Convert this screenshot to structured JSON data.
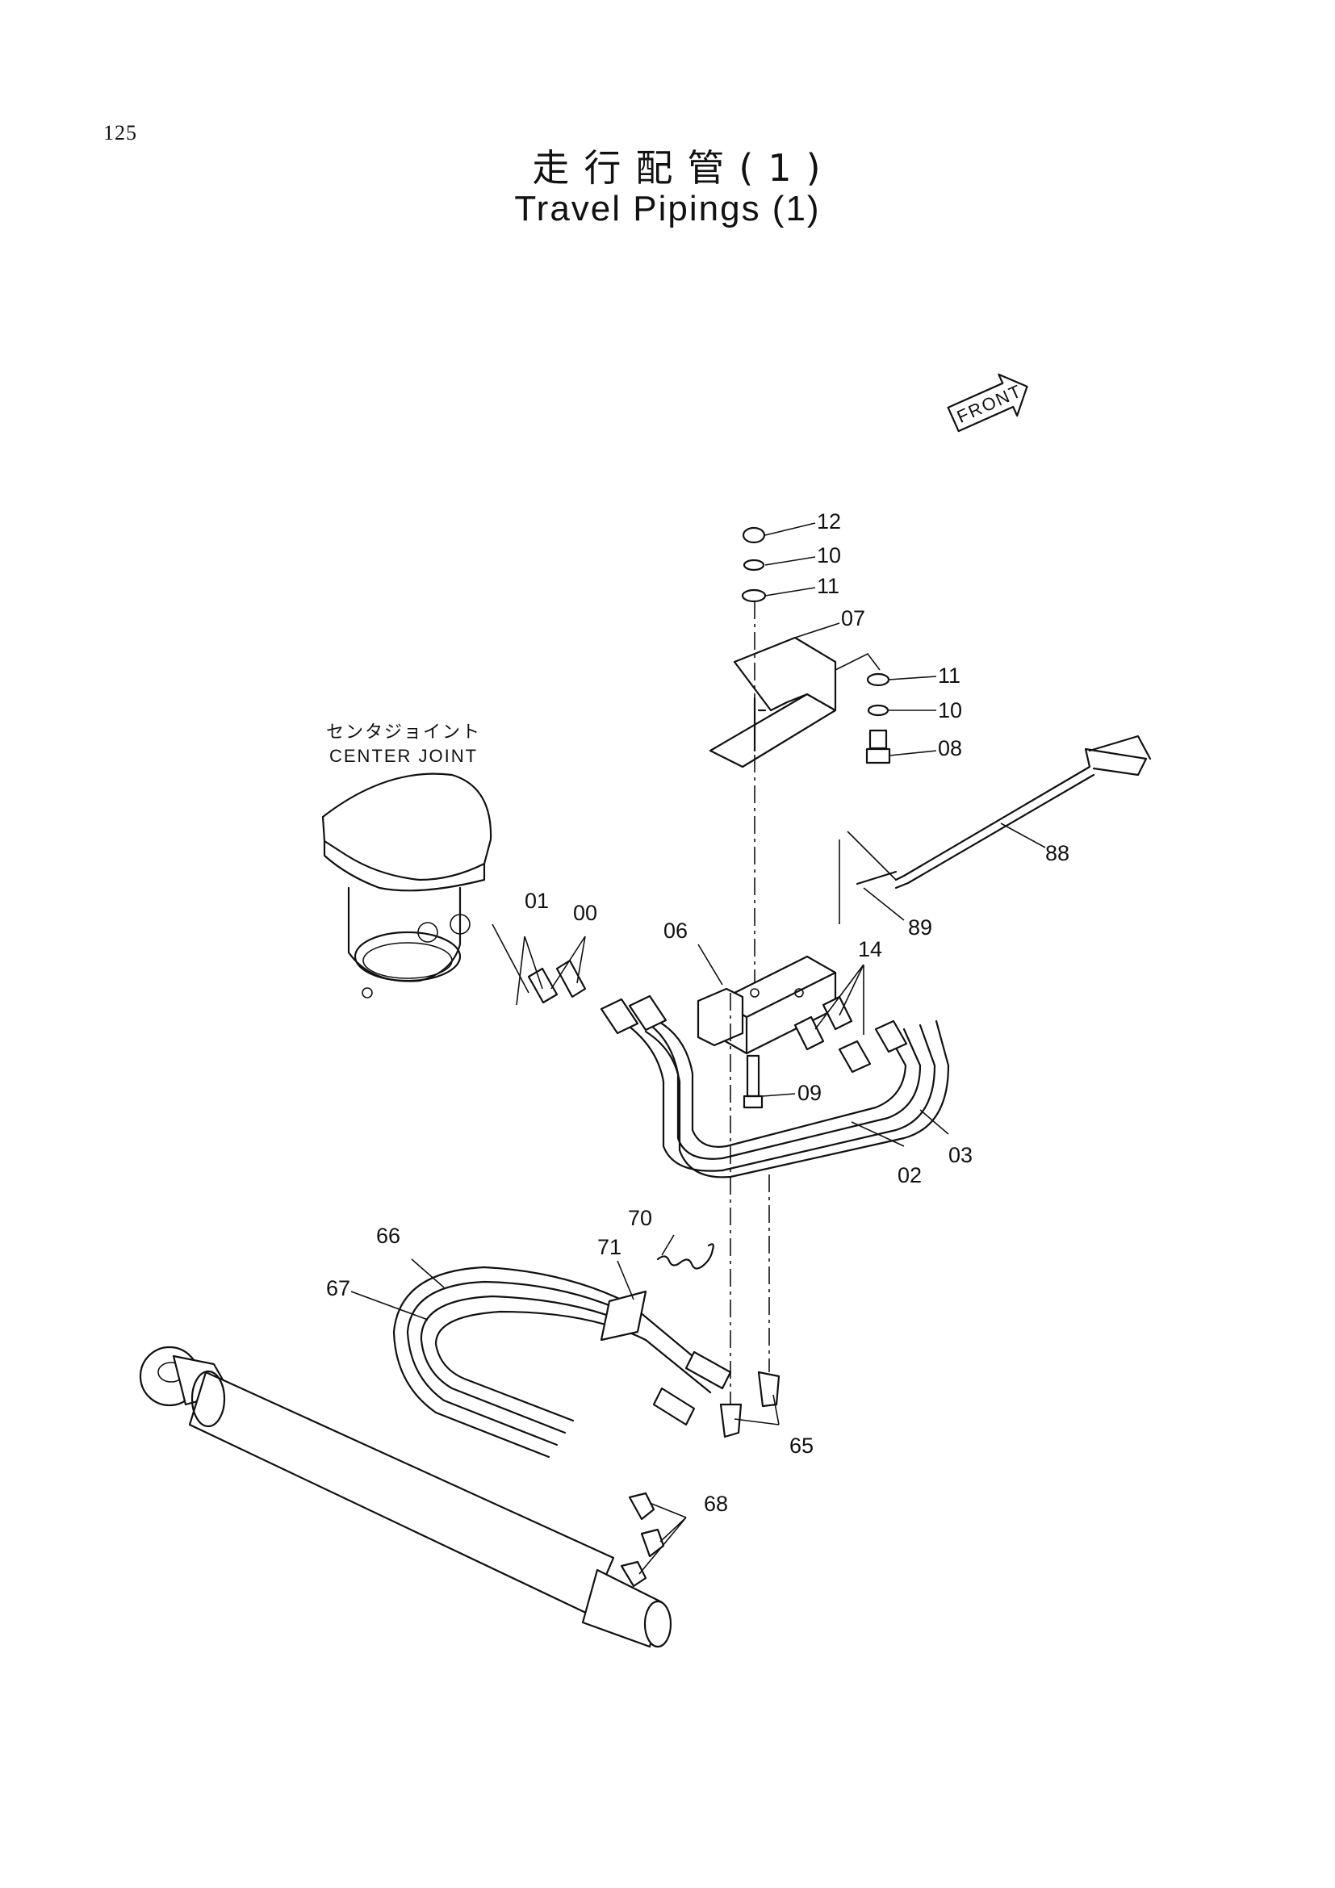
{
  "header": {
    "page_number": "125",
    "title_jp": "走行配管(1)",
    "title_en": "Travel Pipings (1)"
  },
  "direction_marker": {
    "label": "FRONT"
  },
  "component_labels": {
    "center_joint_jp": "センタジョイント",
    "center_joint_en": "CENTER JOINT"
  },
  "callouts": {
    "p12": "12",
    "p10a": "10",
    "p11a": "11",
    "p07": "07",
    "p11b": "11",
    "p10b": "10",
    "p08": "08",
    "p88": "88",
    "p89": "89",
    "p01": "01",
    "p00": "00",
    "p06": "06",
    "p14": "14",
    "p09": "09",
    "p03": "03",
    "p02": "02",
    "p70": "70",
    "p71": "71",
    "p66": "66",
    "p67": "67",
    "p65": "65",
    "p68": "68"
  }
}
